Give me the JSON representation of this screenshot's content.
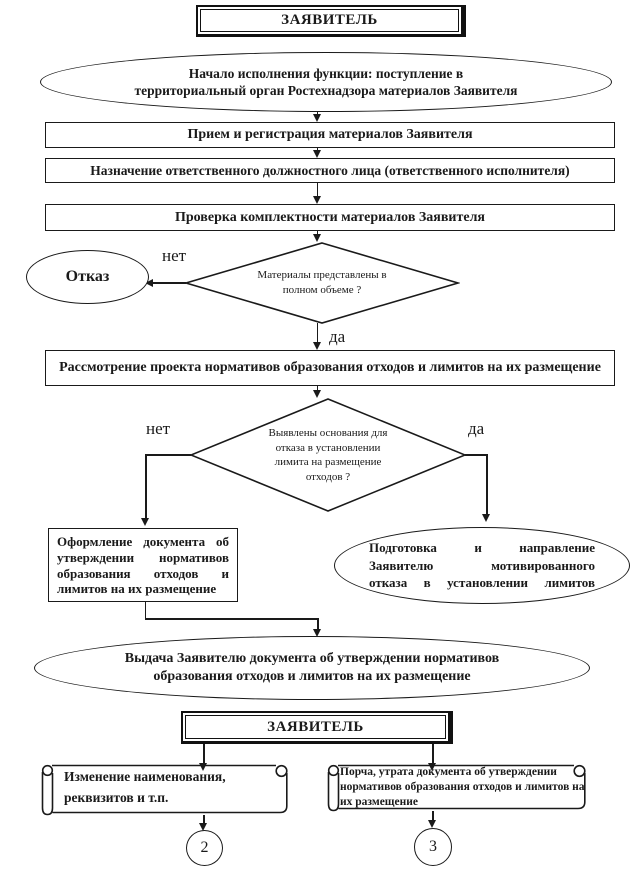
{
  "page": {
    "background": "#ffffff",
    "line_color": "#1a1a1a"
  },
  "nodes": {
    "applicant_top": {
      "label": "ЗАЯВИТЕЛЬ"
    },
    "start": {
      "lines": [
        "Начало исполнения функции: поступление в",
        "территориальный орган Ростехнадзора материалов Заявителя"
      ]
    },
    "process_1": {
      "label": "Прием и регистрация материалов Заявителя"
    },
    "process_2": {
      "label": "Назначение ответственного должностного лица (ответственного исполнителя)"
    },
    "process_3": {
      "label": "Проверка комплектности материалов Заявителя"
    },
    "decision_1": {
      "lines": [
        "Материалы представлены в",
        "полном объеме ?"
      ],
      "no_label": "нет",
      "yes_label": "да"
    },
    "refusal": {
      "label": "Отказ"
    },
    "process_4": {
      "label": "Рассмотрение проекта нормативов образования отходов и лимитов на их размещение"
    },
    "decision_2": {
      "lines": [
        "Выявлены основания для",
        "отказа в установлении",
        "лимита на размещение",
        "отходов ?"
      ],
      "no_label": "нет",
      "yes_label": "да"
    },
    "process_5": {
      "lines": [
        "Оформление документа об",
        "утверждении нормативов",
        "образования отходов и",
        "лимитов на их размещение"
      ]
    },
    "motivated_refusal": {
      "lines": [
        "Подготовка и направление",
        "Заявителю мотивированного",
        "отказа в установлении лимитов"
      ]
    },
    "issue": {
      "lines": [
        "Выдача Заявителю документа об утверждении нормативов",
        "образования отходов и лимитов на их размещение"
      ]
    },
    "applicant_bottom": {
      "label": "ЗАЯВИТЕЛЬ"
    },
    "scroll_left": {
      "lines": [
        "Изменение наименования,",
        "реквизитов и т.п."
      ]
    },
    "scroll_right": {
      "lines": [
        "Порча, утрата документа об утверждении",
        "нормативов образования отходов и лимитов на",
        "их размещение"
      ]
    },
    "connector_2": {
      "label": "2"
    },
    "connector_3": {
      "label": "3"
    }
  }
}
